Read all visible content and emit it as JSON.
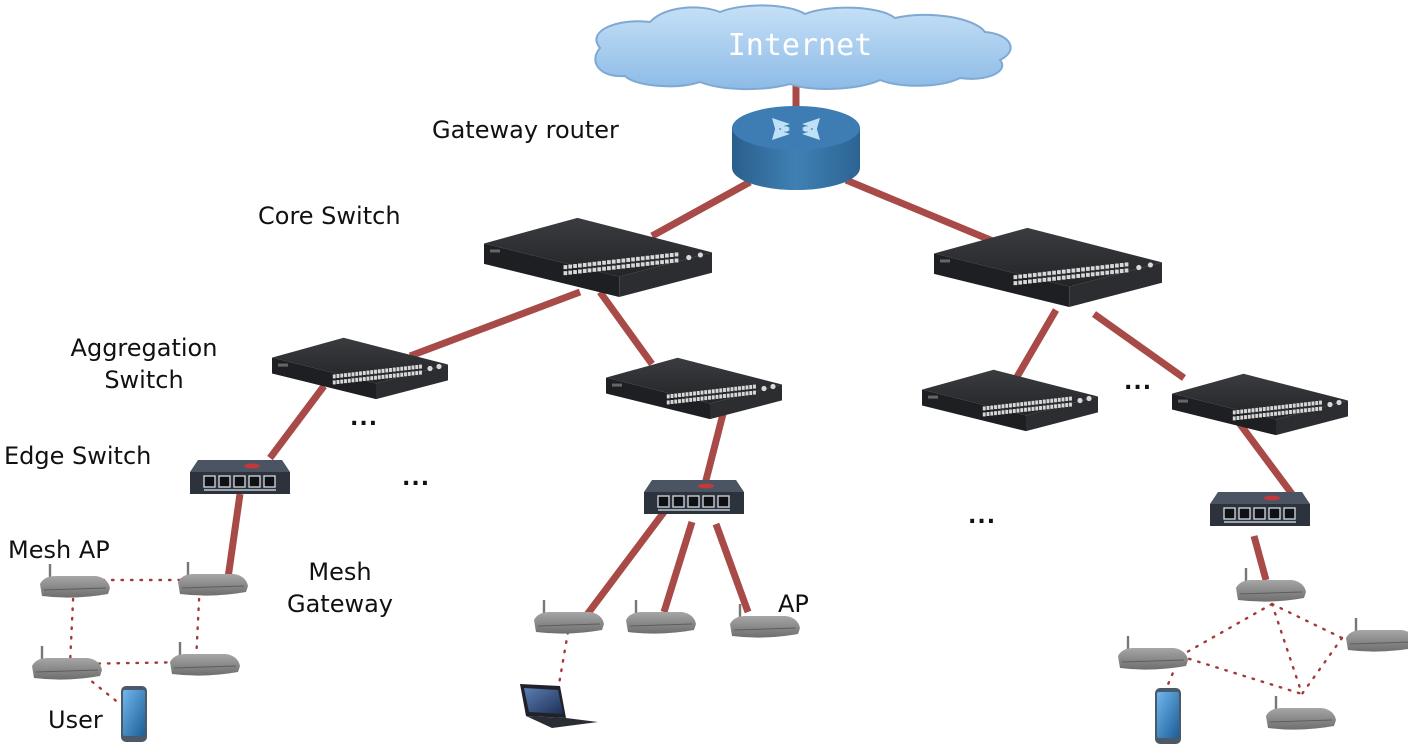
{
  "title": "Hierarchical campus network with wireless mesh access",
  "cloud": {
    "label": "Internet",
    "icon": "cloud-icon"
  },
  "labels": {
    "gateway_router": "Gateway router",
    "core_switch": "Core Switch",
    "aggregation_switch_line1": "Aggregation",
    "aggregation_switch_line2": "Switch",
    "edge_switch": "Edge Switch",
    "mesh_ap": "Mesh AP",
    "mesh_gateway_line1": "Mesh",
    "mesh_gateway_line2": "Gateway",
    "ap": "AP",
    "user": "User"
  },
  "ellipsis": "...",
  "colors": {
    "link": "#a84a47",
    "wireless_link": "#a33a3a",
    "cloud": "#a9cdf0",
    "router": "#3a78aa",
    "switch": "#2b2d30",
    "edge_switch": "#3a4350",
    "ap": "#8a8a8a"
  },
  "nodes": [
    {
      "id": "internet",
      "type": "cloud"
    },
    {
      "id": "gw",
      "type": "router"
    },
    {
      "id": "core1",
      "type": "core-switch"
    },
    {
      "id": "core2",
      "type": "core-switch"
    },
    {
      "id": "agg1",
      "type": "aggregation-switch"
    },
    {
      "id": "agg2",
      "type": "aggregation-switch"
    },
    {
      "id": "agg3",
      "type": "aggregation-switch"
    },
    {
      "id": "agg4",
      "type": "aggregation-switch"
    },
    {
      "id": "edge1",
      "type": "edge-switch"
    },
    {
      "id": "edge2",
      "type": "edge-switch"
    },
    {
      "id": "edge3",
      "type": "edge-switch"
    },
    {
      "id": "ap_mg",
      "type": "access-point",
      "role": "mesh-gateway"
    },
    {
      "id": "ap_m1",
      "type": "access-point",
      "role": "mesh-ap"
    },
    {
      "id": "ap_m2",
      "type": "access-point",
      "role": "mesh-ap"
    },
    {
      "id": "ap_m3",
      "type": "access-point",
      "role": "mesh-ap"
    },
    {
      "id": "ap_a1",
      "type": "access-point",
      "role": "ap"
    },
    {
      "id": "ap_a2",
      "type": "access-point",
      "role": "ap"
    },
    {
      "id": "ap_a3",
      "type": "access-point",
      "role": "ap"
    },
    {
      "id": "ap_r0",
      "type": "access-point",
      "role": "mesh-gateway"
    },
    {
      "id": "ap_r1",
      "type": "access-point",
      "role": "mesh-ap"
    },
    {
      "id": "ap_r2",
      "type": "access-point",
      "role": "mesh-ap"
    },
    {
      "id": "ap_r3",
      "type": "access-point",
      "role": "mesh-ap"
    },
    {
      "id": "phone1",
      "type": "phone"
    },
    {
      "id": "laptop1",
      "type": "laptop"
    },
    {
      "id": "phone2",
      "type": "phone"
    }
  ],
  "wired_links": [
    [
      "internet",
      "gw"
    ],
    [
      "gw",
      "core1"
    ],
    [
      "gw",
      "core2"
    ],
    [
      "core1",
      "agg1"
    ],
    [
      "core1",
      "agg2"
    ],
    [
      "core2",
      "agg3"
    ],
    [
      "core2",
      "agg4"
    ],
    [
      "agg1",
      "edge1"
    ],
    [
      "agg2",
      "edge2"
    ],
    [
      "agg4",
      "edge3"
    ],
    [
      "edge1",
      "ap_mg"
    ],
    [
      "edge2",
      "ap_a1"
    ],
    [
      "edge2",
      "ap_a2"
    ],
    [
      "edge2",
      "ap_a3"
    ],
    [
      "edge3",
      "ap_r0"
    ]
  ],
  "wireless_links": [
    [
      "ap_m1",
      "ap_mg"
    ],
    [
      "ap_m1",
      "ap_m2"
    ],
    [
      "ap_mg",
      "ap_m3"
    ],
    [
      "ap_m2",
      "ap_m3"
    ],
    [
      "ap_m2",
      "phone1"
    ],
    [
      "ap_a1",
      "laptop1"
    ],
    [
      "ap_r0",
      "ap_r1"
    ],
    [
      "ap_r0",
      "ap_r2"
    ],
    [
      "ap_r0",
      "ap_r3"
    ],
    [
      "ap_r1",
      "ap_r3"
    ],
    [
      "ap_r2",
      "ap_r3"
    ],
    [
      "ap_r1",
      "phone2"
    ]
  ]
}
